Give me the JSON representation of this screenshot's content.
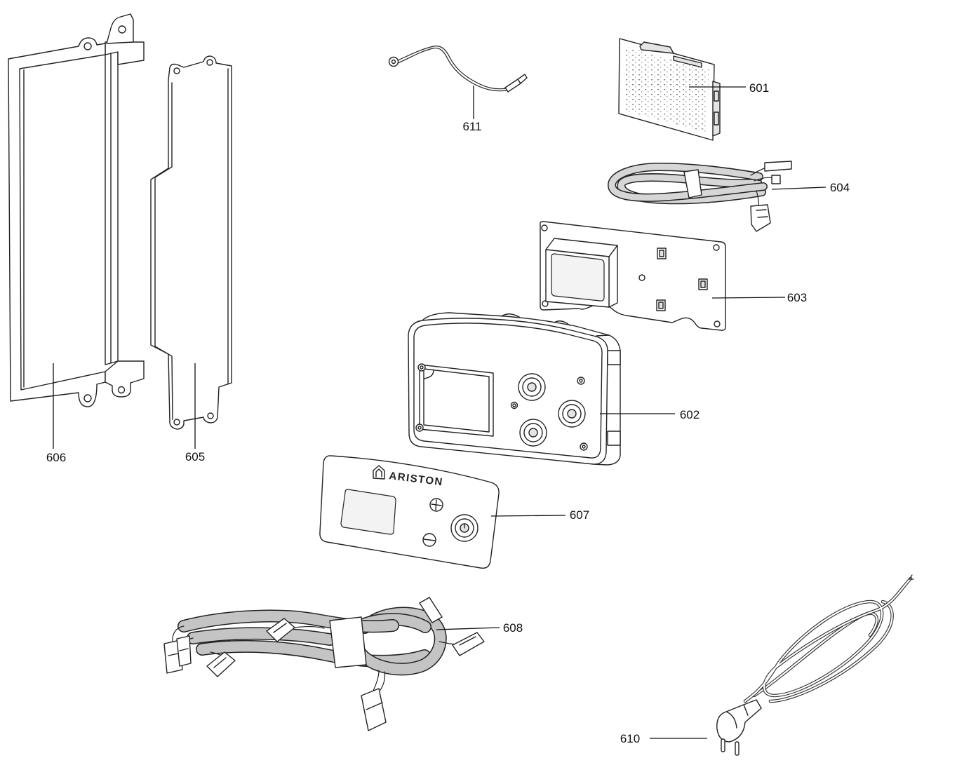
{
  "diagram": {
    "callouts": {
      "p601": "601",
      "p602": "602",
      "p603": "603",
      "p604": "604",
      "p605": "605",
      "p606": "606",
      "p607": "607",
      "p608": "608",
      "p610": "610",
      "p611": "611"
    },
    "faceplate_brand": "ARISTON"
  }
}
